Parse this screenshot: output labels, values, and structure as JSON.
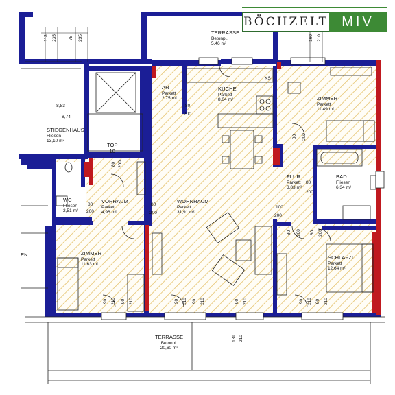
{
  "logo": {
    "part1": "BÖCHZELT",
    "part2": "MIV"
  },
  "colors": {
    "wall": "#1b1e96",
    "accent_wall": "#c0191f",
    "hatch": "#e8c56a",
    "green": "#3d8a35"
  },
  "rooms": {
    "terrasse_top": {
      "name": "TERRASSE",
      "floor": "Betonpl.",
      "area": "5,46 m²"
    },
    "ar": {
      "name": "AR",
      "floor": "Parkett",
      "area": "2,75 m²"
    },
    "kueche": {
      "name": "KÜCHE",
      "floor": "Parkett",
      "area": "8,04 m²"
    },
    "zimmer_ne": {
      "name": "ZIMMER",
      "floor": "Parkett",
      "area": "11,49 m²"
    },
    "stiegenhaus": {
      "name": "STIEGENHAUS",
      "floor": "Fliesen",
      "area": "13,10 m²"
    },
    "top": {
      "name": "TOP",
      "number": "10"
    },
    "wc": {
      "name": "WC",
      "floor": "Fliesen",
      "area": "2,51 m²"
    },
    "vorraum": {
      "name": "VORRAUM",
      "floor": "Parkett",
      "area": "4,96 m²"
    },
    "wohnraum": {
      "name": "WOHNRAUM",
      "floor": "Parkett",
      "area": "31,91 m²"
    },
    "flur": {
      "name": "FLUR",
      "floor": "Parkett",
      "area": "3,83 m²"
    },
    "bad": {
      "name": "BAD",
      "floor": "Fliesen",
      "area": "6,34 m²"
    },
    "zimmer_sw": {
      "name": "ZIMMER",
      "floor": "Parkett",
      "area": "11,63 m²"
    },
    "schlafzi": {
      "name": "SCHLAFZI.",
      "floor": "Parkett",
      "area": "12,64 m²"
    },
    "terrasse_bottom": {
      "name": "TERRASSE",
      "floor": "Betonpl.",
      "area": "20,60 m²"
    },
    "en": {
      "name": "EN"
    }
  },
  "dims": {
    "d80": "80",
    "d200": "200",
    "d100": "100",
    "d90": "90",
    "d210": "210",
    "d139": "139",
    "d113": "113",
    "d235": "235",
    "d75": "75",
    "d160": "160",
    "lvl1": "-8,83",
    "lvl2": "-8,74",
    "ks": "KS"
  }
}
